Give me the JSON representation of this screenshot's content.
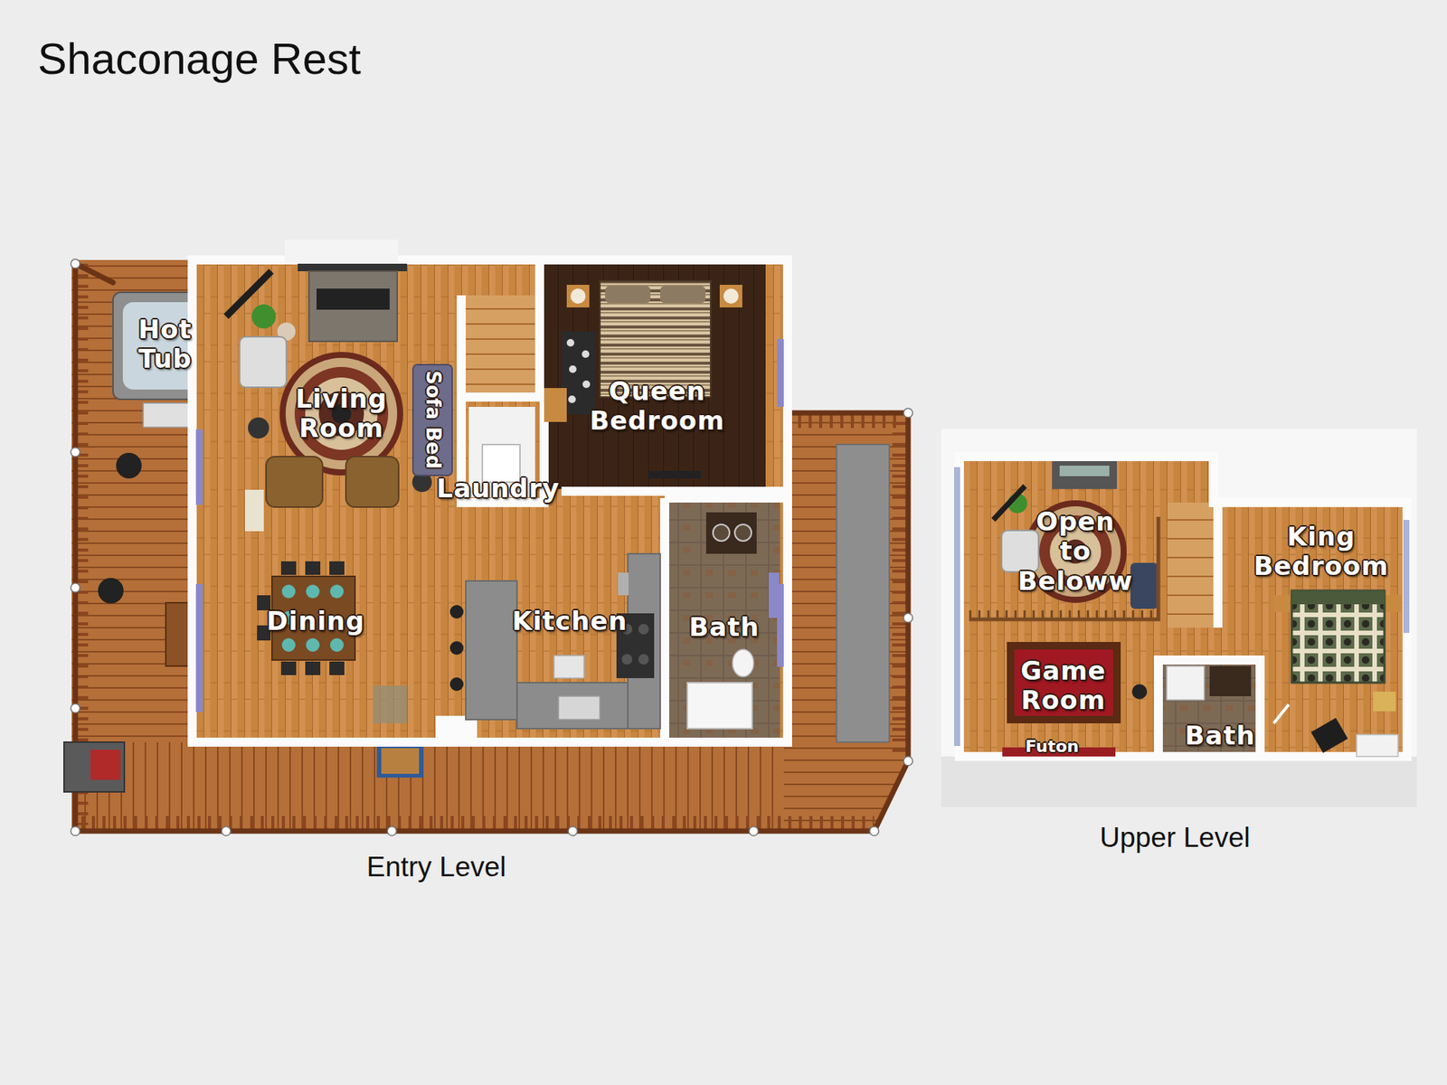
{
  "diagram": {
    "title": "Shaconage Rest",
    "nodes": [
      {
        "text": [
          "Entry Level"
        ]
      },
      {
        "text": [
          "Hot Tub"
        ],
        "in": 0
      },
      {
        "text": [
          "Living Room"
        ],
        "in": 0
      },
      {
        "text": [
          "Laundry"
        ],
        "in": 0
      },
      {
        "text": [
          "Queen Bedroom"
        ],
        "in": 0
      },
      {
        "text": [
          "Dining"
        ],
        "in": 0
      },
      {
        "text": [
          "Kitchen"
        ],
        "in": 0
      },
      {
        "text": [
          "Bath"
        ],
        "in": 0
      },
      {
        "text": [
          "Upper Level"
        ]
      },
      {
        "text": [
          "Open to Beloww"
        ],
        "in": 8
      },
      {
        "text": [
          "King Bedroom"
        ],
        "in": 8
      },
      {
        "text": [
          "Game Room"
        ],
        "in": 8
      },
      {
        "text": [
          "Bath"
        ],
        "in": 8
      }
    ],
    "labels": [
      "Sofa Bed",
      "Futon"
    ]
  }
}
